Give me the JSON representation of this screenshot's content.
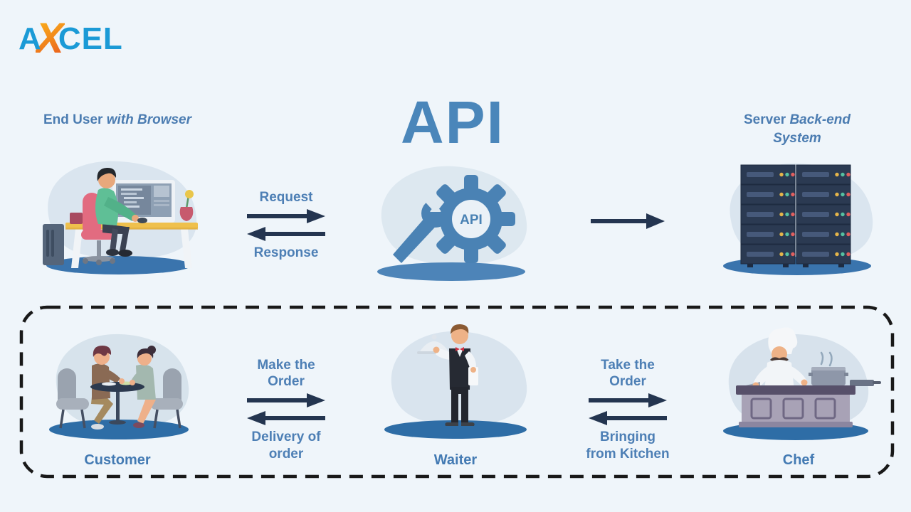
{
  "meta": {
    "description": "API explained with a restaurant analogy infographic"
  },
  "colors": {
    "background": "#eff5fa",
    "label_blue": "#4b7cb1",
    "title_blue": "#4a86ba",
    "arrow_navy": "#243550",
    "logo_blue": "#1b9ad6",
    "logo_orange": "#f6861f",
    "illustration_blob": "#d9e4ee",
    "gear_blue": "#4a82b4",
    "shadow_blue_top": "#3a74ad",
    "shadow_blue_bottom": "#2e6da6",
    "dashed_border": "#191919"
  },
  "logo": {
    "letter_a": "A",
    "letter_x": "X",
    "letters_cel": "CEL"
  },
  "api_row": {
    "title": "API",
    "end_user_label": {
      "bold": "End User",
      "italic": " with Browser"
    },
    "request_response_arrows": {
      "top_label": "Request",
      "bottom_label": "Response"
    },
    "gear_label": "API",
    "server_label": {
      "regular": "Server",
      "italic": " Back-end System"
    }
  },
  "restaurant_row": {
    "customer_caption": "Customer",
    "order_arrows_left": {
      "top_label": "Make the\nOrder",
      "bottom_label": "Delivery of\norder"
    },
    "waiter_caption": "Waiter",
    "order_arrows_right": {
      "top_label": "Take the\nOrder",
      "bottom_label": "Bringing\nfrom Kitchen"
    },
    "chef_caption": "Chef"
  },
  "icons": {
    "gear_icon": "cogwheel with API text",
    "wrench_icon": "wrench behind gear",
    "right_arrow_icon": "→",
    "left_arrow_icon": "←",
    "server_icon": "server rack stack"
  }
}
